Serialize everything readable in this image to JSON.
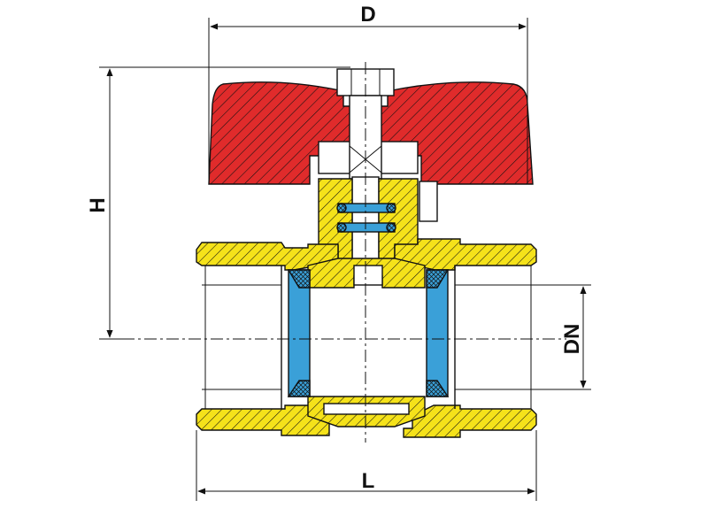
{
  "dimensions": {
    "D": "D",
    "H": "H",
    "L": "L",
    "DN": "DN"
  },
  "colors": {
    "handle": "#e02b2b",
    "body": "#f5e21a",
    "seal": "#3aa0d8",
    "ink": "#111111",
    "stem": "#ffffff"
  }
}
